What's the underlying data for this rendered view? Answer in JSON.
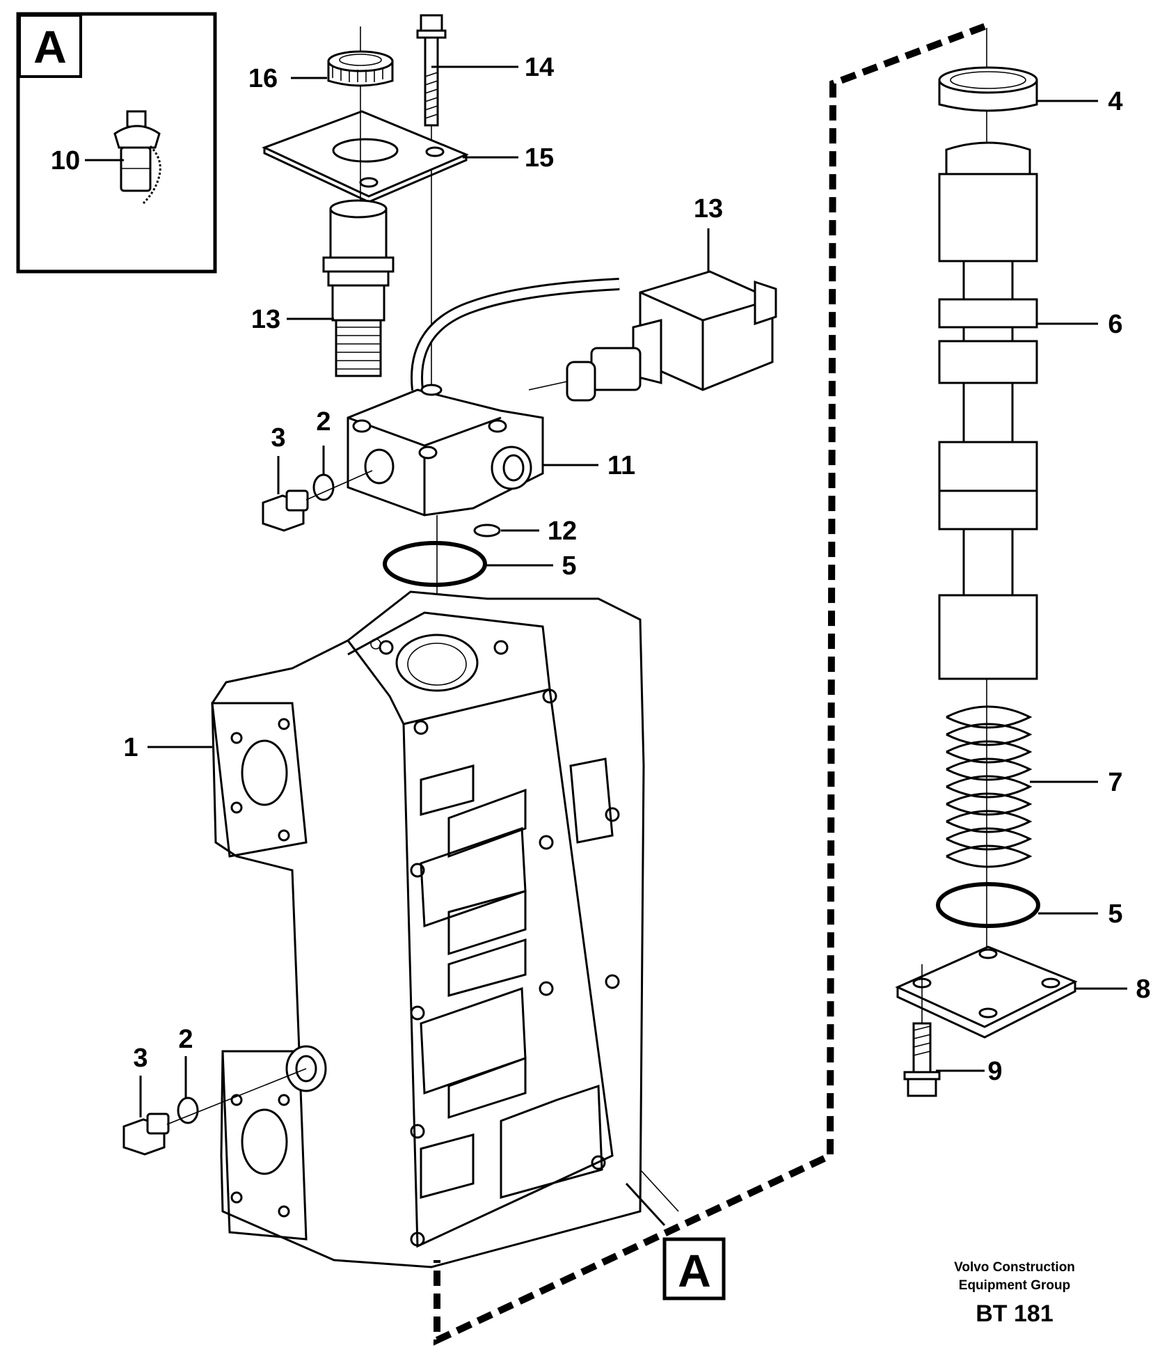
{
  "callouts": [
    {
      "id": "c16",
      "label": "16"
    },
    {
      "id": "c14",
      "label": "14"
    },
    {
      "id": "c15",
      "label": "15"
    },
    {
      "id": "c13a",
      "label": "13"
    },
    {
      "id": "c13b",
      "label": "13"
    },
    {
      "id": "c11",
      "label": "11"
    },
    {
      "id": "c3a",
      "label": "3"
    },
    {
      "id": "c2a",
      "label": "2"
    },
    {
      "id": "c12",
      "label": "12"
    },
    {
      "id": "c5a",
      "label": "5"
    },
    {
      "id": "c1",
      "label": "1"
    },
    {
      "id": "c3b",
      "label": "3"
    },
    {
      "id": "c2b",
      "label": "2"
    },
    {
      "id": "c4",
      "label": "4"
    },
    {
      "id": "c6",
      "label": "6"
    },
    {
      "id": "c7",
      "label": "7"
    },
    {
      "id": "c5b",
      "label": "5"
    },
    {
      "id": "c8",
      "label": "8"
    },
    {
      "id": "c9",
      "label": "9"
    },
    {
      "id": "c10",
      "label": "10"
    }
  ],
  "inset": {
    "letter": "A"
  },
  "reference": {
    "letter": "A"
  },
  "footer": {
    "line1": "Volvo Construction",
    "line2": "Equipment Group",
    "code": "BT 181"
  }
}
